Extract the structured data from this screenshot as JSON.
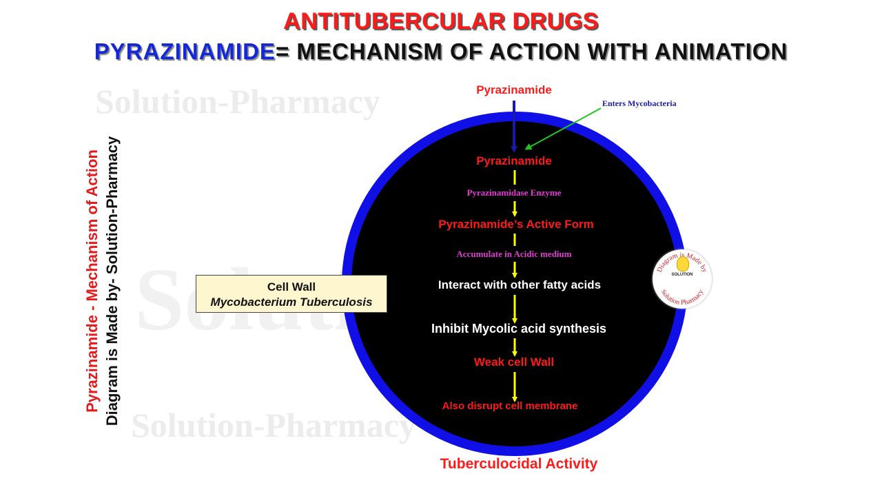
{
  "title": {
    "line1": "ANTITUBERCULAR DRUGS",
    "line2_drug": "PYRAZINAMIDE",
    "line2_rest": "= MECHANISM OF ACTION WITH ANIMATION"
  },
  "watermarks": {
    "top": "Solution-Pharmacy",
    "bottom": "Solution-Pharmacy",
    "center": "Solution"
  },
  "side_caption": {
    "line1": "Pyrazinamide - Mechanism of Action",
    "line2": "Diagram is Made by- Solution-Pharmacy"
  },
  "cell_wall_box": {
    "title": "Cell Wall",
    "organism": "Mycobacterium  Tuberculosis"
  },
  "entry": {
    "drug_outside": "Pyrazinamide",
    "annotation": "Enters Mycobacteria"
  },
  "pathway": [
    {
      "text": "Pyrazinamide",
      "kind": "step-red"
    },
    {
      "text": "Pyrazinamidase Enzyme",
      "kind": "note"
    },
    {
      "text": "Pyrazinamide’s Active Form",
      "kind": "step-red"
    },
    {
      "text": "Accumulate in Acidic medium",
      "kind": "note"
    },
    {
      "text": "Interact with other fatty acids",
      "kind": "step-white"
    },
    {
      "text": "Inhibit Mycolic acid synthesis",
      "kind": "step-white"
    },
    {
      "text": "Weak cell Wall",
      "kind": "step-red"
    },
    {
      "text": "Also disrupt cell membrane",
      "kind": "step-red"
    }
  ],
  "outcome": "Tuberculocidal Activity",
  "badge": {
    "arc_top": "Diagram is Made by",
    "arc_bottom": "Solution Pharmacy",
    "center": "SOLUTION"
  },
  "colors": {
    "cell_fill": "#000000",
    "cell_border": "#1010e6",
    "arrow_yellow": "#ffff00",
    "arrow_blue": "#1a1aa8",
    "pointer_green": "#1ec81e",
    "red_text": "#ff1a1a"
  }
}
